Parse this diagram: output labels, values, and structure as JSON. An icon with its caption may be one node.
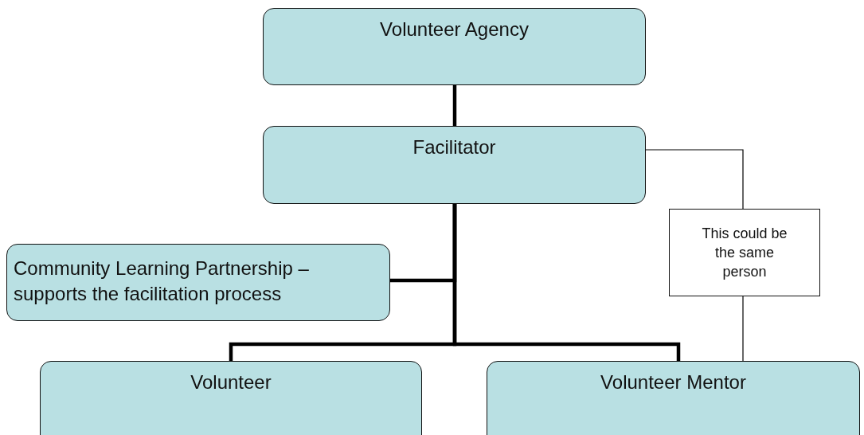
{
  "diagram": {
    "nodes": [
      {
        "text": [
          "Volunteer Agency"
        ]
      },
      {
        "text": [
          "Facilitator"
        ]
      },
      {
        "text": [
          "Community Learning Partnership – supports the facilitation process"
        ]
      },
      {
        "text": [
          "Volunteer"
        ]
      },
      {
        "text": [
          "Volunteer Mentor"
        ]
      },
      {
        "text": [
          "This could be the same person"
        ]
      }
    ],
    "edges": [
      {
        "from": 0,
        "to": 1,
        "arrow": "none"
      },
      {
        "from": 1,
        "to": 3,
        "arrow": "none"
      },
      {
        "from": 1,
        "to": 4,
        "arrow": "none"
      },
      {
        "from": 2,
        "to": 1,
        "arrow": "none"
      },
      {
        "from": 1,
        "to": 5,
        "arrow": "none"
      },
      {
        "from": 5,
        "to": 4,
        "arrow": "none"
      }
    ]
  }
}
